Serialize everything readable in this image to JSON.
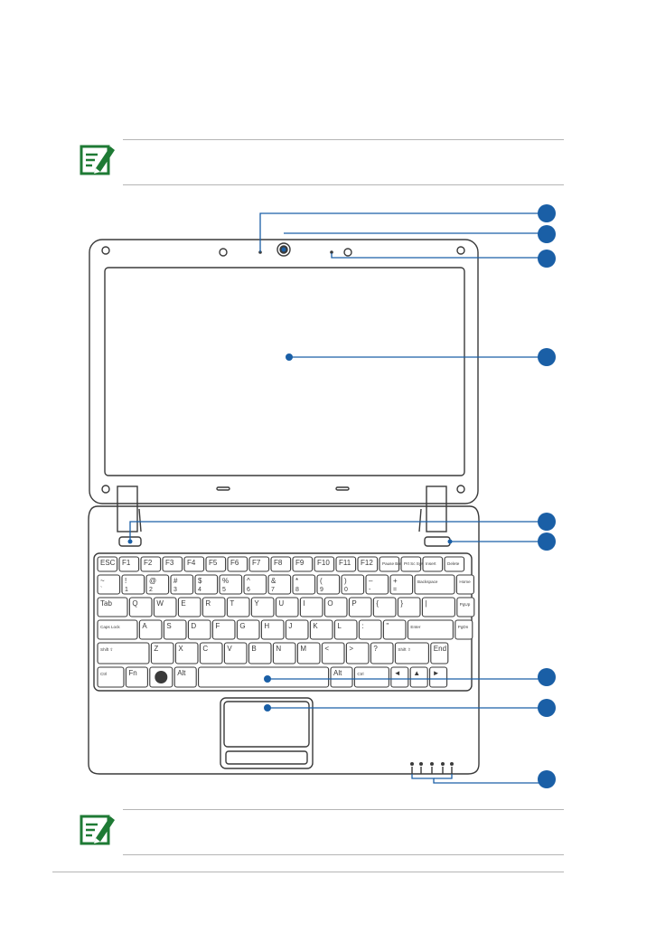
{
  "keys": {
    "row_fn": [
      "ESC",
      "F1",
      "F2",
      "F3",
      "F4",
      "F5",
      "F6",
      "F7",
      "F8",
      "F9",
      "F10",
      "F11",
      "F12",
      "Pause Break",
      "Prt Sc SysRq",
      "Insert",
      "Delete"
    ],
    "row_num": [
      "~",
      "!",
      "@",
      "#",
      "$",
      "%",
      "^",
      "&",
      "*",
      "(",
      ")",
      "–",
      "+",
      "Backspace",
      "Home"
    ],
    "row_num_low": [
      "`",
      "1",
      "2",
      "3",
      "4",
      "5",
      "6",
      "7",
      "8",
      "9",
      "0",
      "-",
      "="
    ],
    "row_q": [
      "Tab",
      "Q",
      "W",
      "E",
      "R",
      "T",
      "Y",
      "U",
      "I",
      "O",
      "P",
      "{",
      "}",
      "|",
      "PgUp"
    ],
    "row_a": [
      "Caps Lock",
      "A",
      "S",
      "D",
      "F",
      "G",
      "H",
      "J",
      "K",
      "L",
      ":",
      "\"",
      "Enter",
      "PgDn"
    ],
    "row_z": [
      "Shift ⇧",
      "Z",
      "X",
      "C",
      "V",
      "B",
      "N",
      "M",
      "<",
      ">",
      "?",
      "Shift ⇧",
      "End"
    ],
    "row_ctrl": [
      "Ctrl",
      "Fn",
      "",
      "Alt",
      "",
      "Alt",
      "Ctrl",
      "◄",
      "▲",
      "►"
    ]
  },
  "colors": {
    "callout": "#1a5fa6",
    "note_icon": "#1e7a34",
    "outline": "#3a3a3a"
  },
  "icons": {
    "note": "notepad-pencil-icon",
    "windows": "windows-logo-icon"
  }
}
